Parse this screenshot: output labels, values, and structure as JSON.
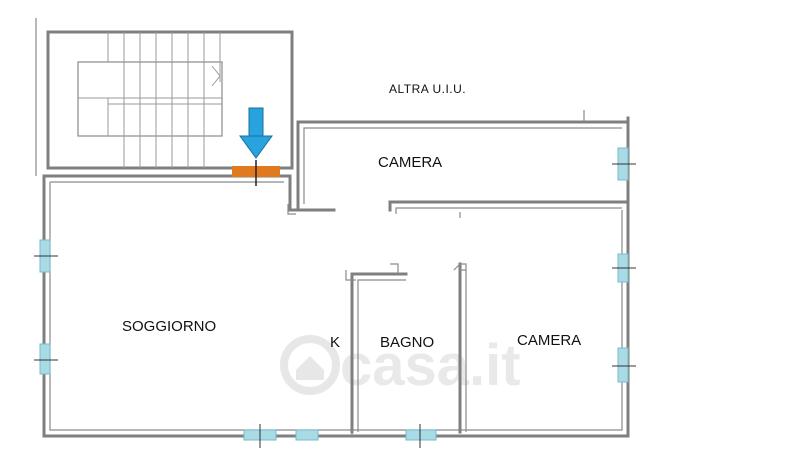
{
  "rooms": {
    "other_unit": "ALTRA U.I.U.",
    "camera_top": "CAMERA",
    "soggiorno": "SOGGIORNO",
    "kitchen": "K",
    "bagno": "BAGNO",
    "camera_right": "CAMERA"
  },
  "watermark": "casa.it",
  "colors": {
    "walls": "#7f7f7f",
    "windows": "#a9dbe6",
    "entrance_door": "#e07a1f",
    "entrance_arrow": "#29a3e0"
  },
  "icons": {
    "entrance": "arrow-down-icon",
    "watermark": "house-icon"
  }
}
